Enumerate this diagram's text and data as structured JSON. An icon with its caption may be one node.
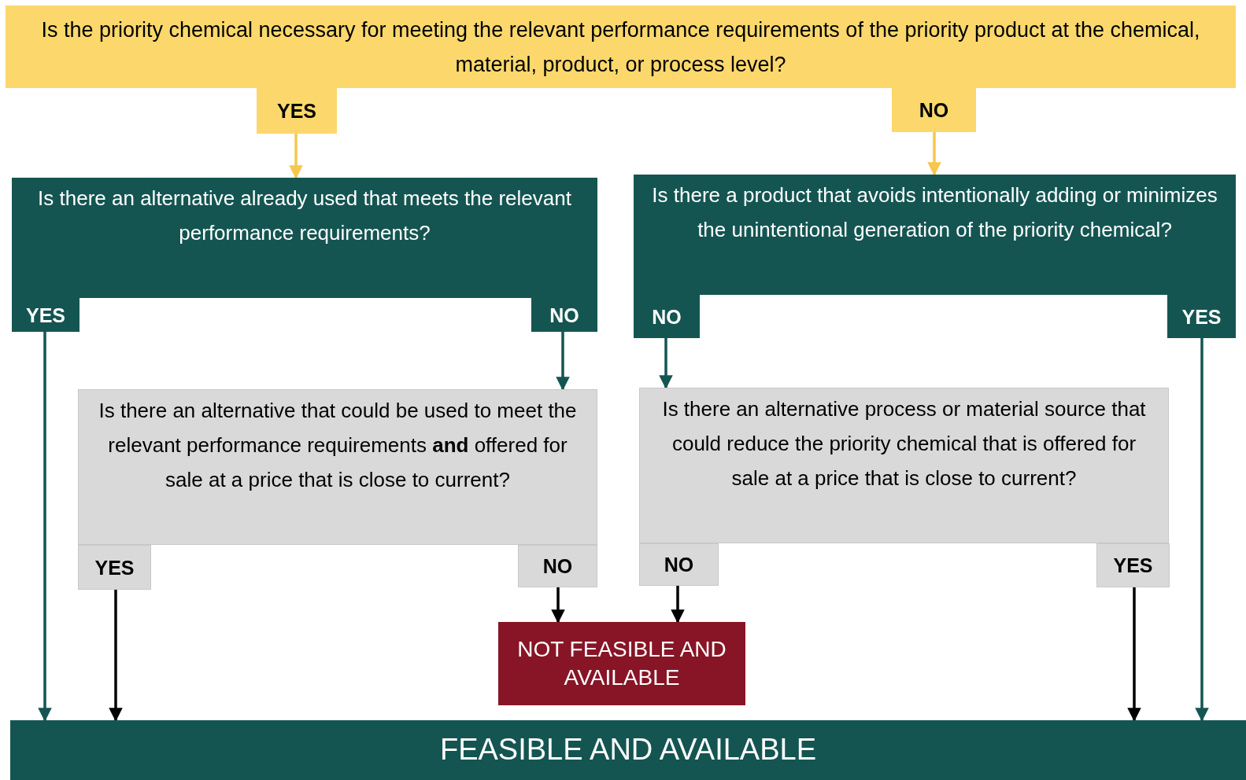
{
  "diagram": {
    "nodes": [
      {
        "text": [
          "Is the priority chemical necessary for meeting the relevant performance requirements of the priority product at the chemical, material, product, or process level?"
        ]
      },
      {
        "text": [
          "YES"
        ]
      },
      {
        "text": [
          "NO"
        ]
      },
      {
        "text": [
          "Is there an alternative already used that meets the relevant performance requirements?"
        ]
      },
      {
        "text": [
          "YES"
        ]
      },
      {
        "text": [
          "NO"
        ]
      },
      {
        "text": [
          "Is there a product that avoids intentionally adding or minimizes the unintentional generation of the priority chemical?"
        ]
      },
      {
        "text": [
          "NO"
        ]
      },
      {
        "text": [
          "YES"
        ]
      },
      {
        "text": [
          "Is there an alternative that could be used to meet the relevant performance requirements **and** offered for sale at a price that is close to current?"
        ]
      },
      {
        "text": [
          "YES"
        ]
      },
      {
        "text": [
          "NO"
        ]
      },
      {
        "text": [
          "Is there an alternative process or material source that could reduce the priority chemical that is offered for sale at a price that is close to current?"
        ]
      },
      {
        "text": [
          "NO"
        ]
      },
      {
        "text": [
          "YES"
        ]
      },
      {
        "text": [
          "NOT  FEASIBLE AND AVAILABLE"
        ]
      },
      {
        "text": [
          "FEASIBLE AND AVAILABLE"
        ]
      }
    ],
    "edges": [
      {
        "from": 1,
        "to": 3,
        "arrow": "to",
        "color": "#f5c74d"
      },
      {
        "from": 2,
        "to": 6,
        "arrow": "to",
        "color": "#f5c74d"
      },
      {
        "from": 4,
        "to": 16,
        "arrow": "to"
      },
      {
        "from": 5,
        "to": 9,
        "arrow": "to"
      },
      {
        "from": 7,
        "to": 12,
        "arrow": "to"
      },
      {
        "from": 8,
        "to": 16,
        "arrow": "to"
      },
      {
        "from": 10,
        "to": 16,
        "arrow": "to",
        "color": "#000000"
      },
      {
        "from": 11,
        "to": 15,
        "arrow": "to",
        "color": "#000000"
      },
      {
        "from": 13,
        "to": 15,
        "arrow": "to",
        "color": "#000000"
      },
      {
        "from": 14,
        "to": 16,
        "arrow": "to",
        "color": "#000000"
      }
    ]
  }
}
